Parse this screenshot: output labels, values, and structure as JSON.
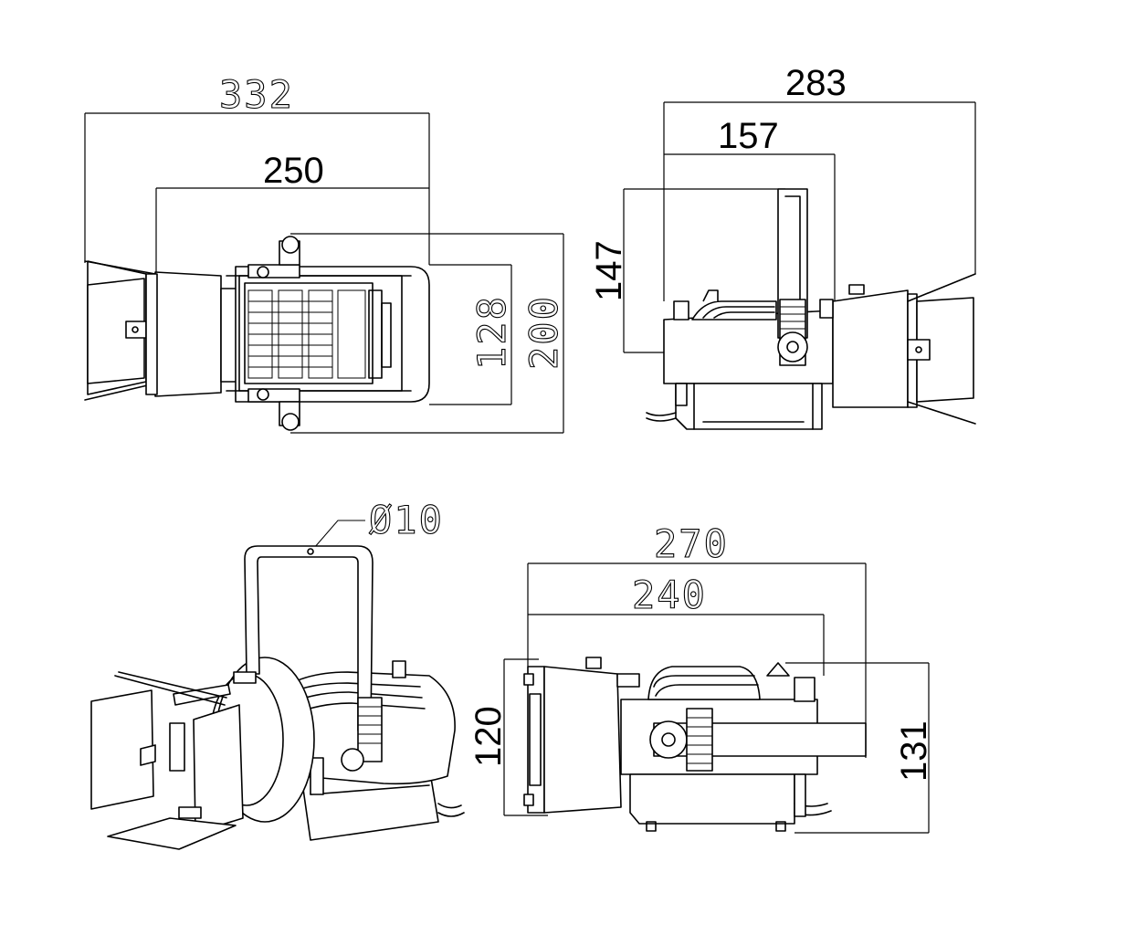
{
  "dimensions": {
    "top_view": {
      "overall_length": "332",
      "body_length": "250",
      "depth": "128",
      "width": "200"
    },
    "side_view": {
      "overall_length": "283",
      "rear_section": "157",
      "height": "147"
    },
    "perspective_view": {
      "bracket_hole": "Ø10"
    },
    "bracket_side_view": {
      "overall_length": "270",
      "bracket_length": "240",
      "front_height": "120",
      "overall_height": "131"
    }
  }
}
